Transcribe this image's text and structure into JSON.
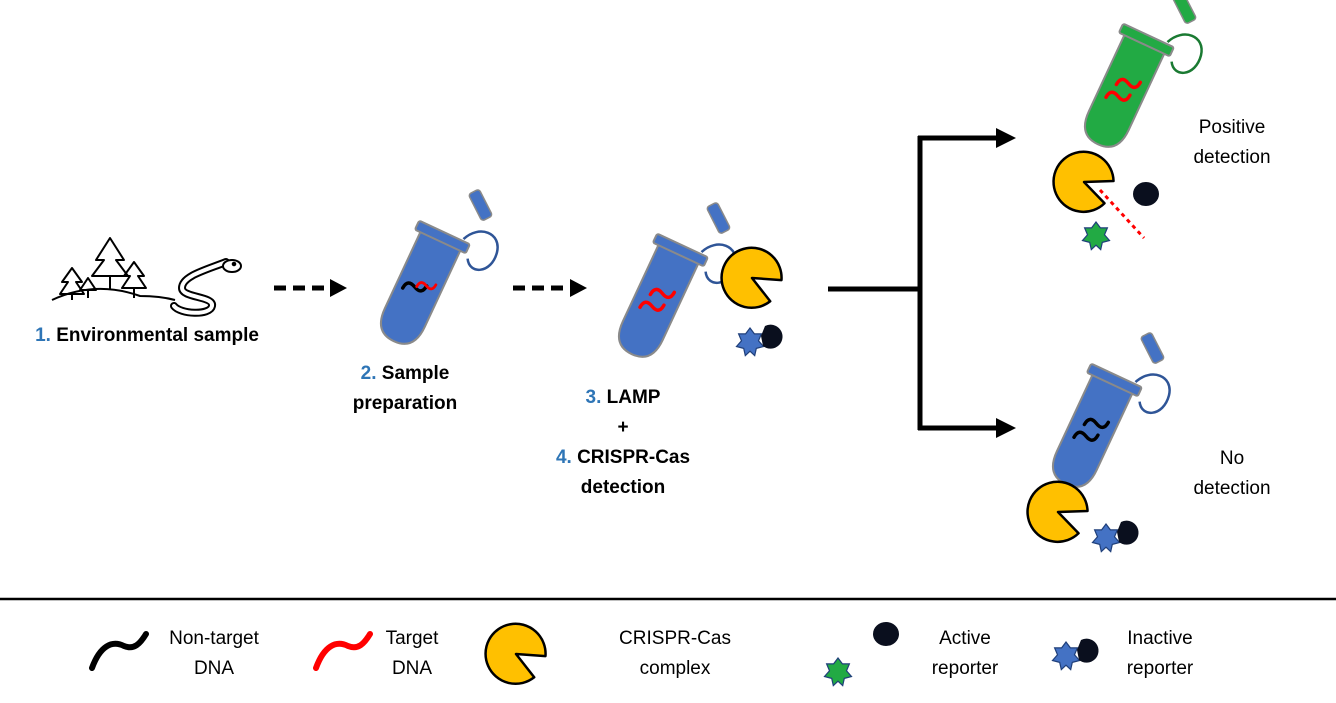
{
  "steps": {
    "s1": {
      "num": "1.",
      "text": "Environmental sample"
    },
    "s2": {
      "num": "2.",
      "text": "Sample",
      "line2": "preparation"
    },
    "s3": {
      "num": "3.",
      "text": "LAMP"
    },
    "plus": "+",
    "s4": {
      "num": "4.",
      "text": "CRISPR-Cas",
      "line2": "detection"
    }
  },
  "outcomes": {
    "positive": {
      "line1": "Positive",
      "line2": "detection"
    },
    "negative": {
      "line1": "No",
      "line2": "detection"
    }
  },
  "legend": {
    "nontarget": {
      "line1": "Non-target",
      "line2": "DNA"
    },
    "target": {
      "line1": "Target",
      "line2": "DNA"
    },
    "complex": {
      "line1": "CRISPR-Cas",
      "line2": "complex"
    },
    "active": {
      "line1": "Active",
      "line2": "reporter"
    },
    "inactive": {
      "line1": "Inactive",
      "line2": "reporter"
    }
  },
  "colors": {
    "tube_blue": "#4472c4",
    "tube_green": "#22aa44",
    "cas_yellow": "#ffc000",
    "target_red": "#ff0000",
    "step_number_blue": "#2e75b6",
    "reporter_black": "#0a0f1e"
  }
}
